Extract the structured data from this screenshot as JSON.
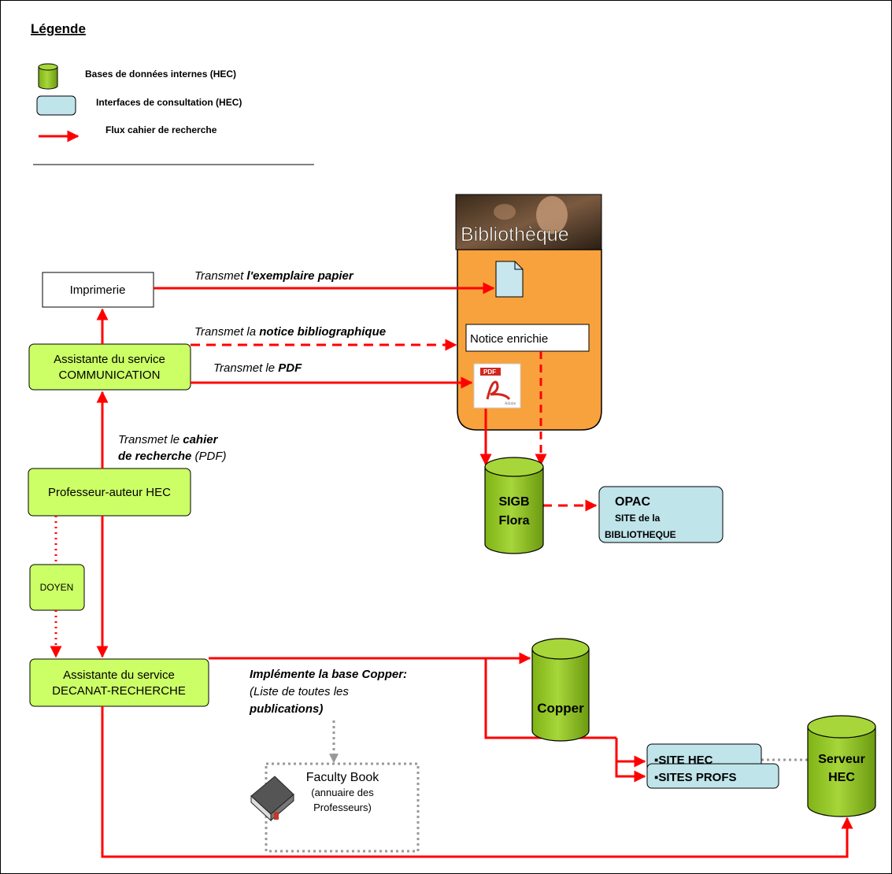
{
  "legend": {
    "title": "Légende",
    "db_label": "Bases de données internes (HEC)",
    "interface_label": "Interfaces de consultation (HEC)",
    "flow_label": "Flux cahier de recherche"
  },
  "library": {
    "banner": "Bibliothèque",
    "notice": "Notice enrichie"
  },
  "nodes": {
    "imprimerie": "Imprimerie",
    "comm_line1": "Assistante du service",
    "comm_line2": "COMMUNICATION",
    "professeur": "Professeur-auteur HEC",
    "doyen": "DOYEN",
    "decanat_line1": "Assistante du service",
    "decanat_line2": "DECANAT-RECHERCHE",
    "sigb_line1": "SIGB",
    "sigb_line2": "Flora",
    "opac_line1": "OPAC",
    "opac_line2": "SITE de la",
    "opac_line3": "BIBLIOTHEQUE",
    "copper": "Copper",
    "serveur_line1": "Serveur",
    "serveur_line2": "HEC",
    "site_hec": "▪SITE HEC",
    "sites_profs": "▪SITES PROFS",
    "faculty_line1": "Faculty Book",
    "faculty_line2": "(annuaire des",
    "faculty_line3": "Professeurs)"
  },
  "flows": {
    "papier_pre": "Transmet ",
    "papier_bold": "l'exemplaire papier",
    "notice_pre": "Transmet la ",
    "notice_bold": "notice bibliographique",
    "pdf_pre": "Transmet le ",
    "pdf_bold": "PDF",
    "cahier_l1_pre": "Transmet le ",
    "cahier_l1_bold": "cahier",
    "cahier_l2_bold": "de recherche",
    "cahier_l2_post": " (PDF)",
    "copper_l1": "Implémente la base Copper:",
    "copper_l2": "(Liste de toutes les",
    "copper_l3_bold": "publications",
    "copper_l3_post": ")"
  },
  "colors": {
    "green": "#ccff66",
    "db_green": "#8fc31f",
    "interface_blue": "#bfe4ea",
    "flow_red": "#ff0000",
    "library_orange": "#f7a23c",
    "dotted_grey": "#999999"
  }
}
